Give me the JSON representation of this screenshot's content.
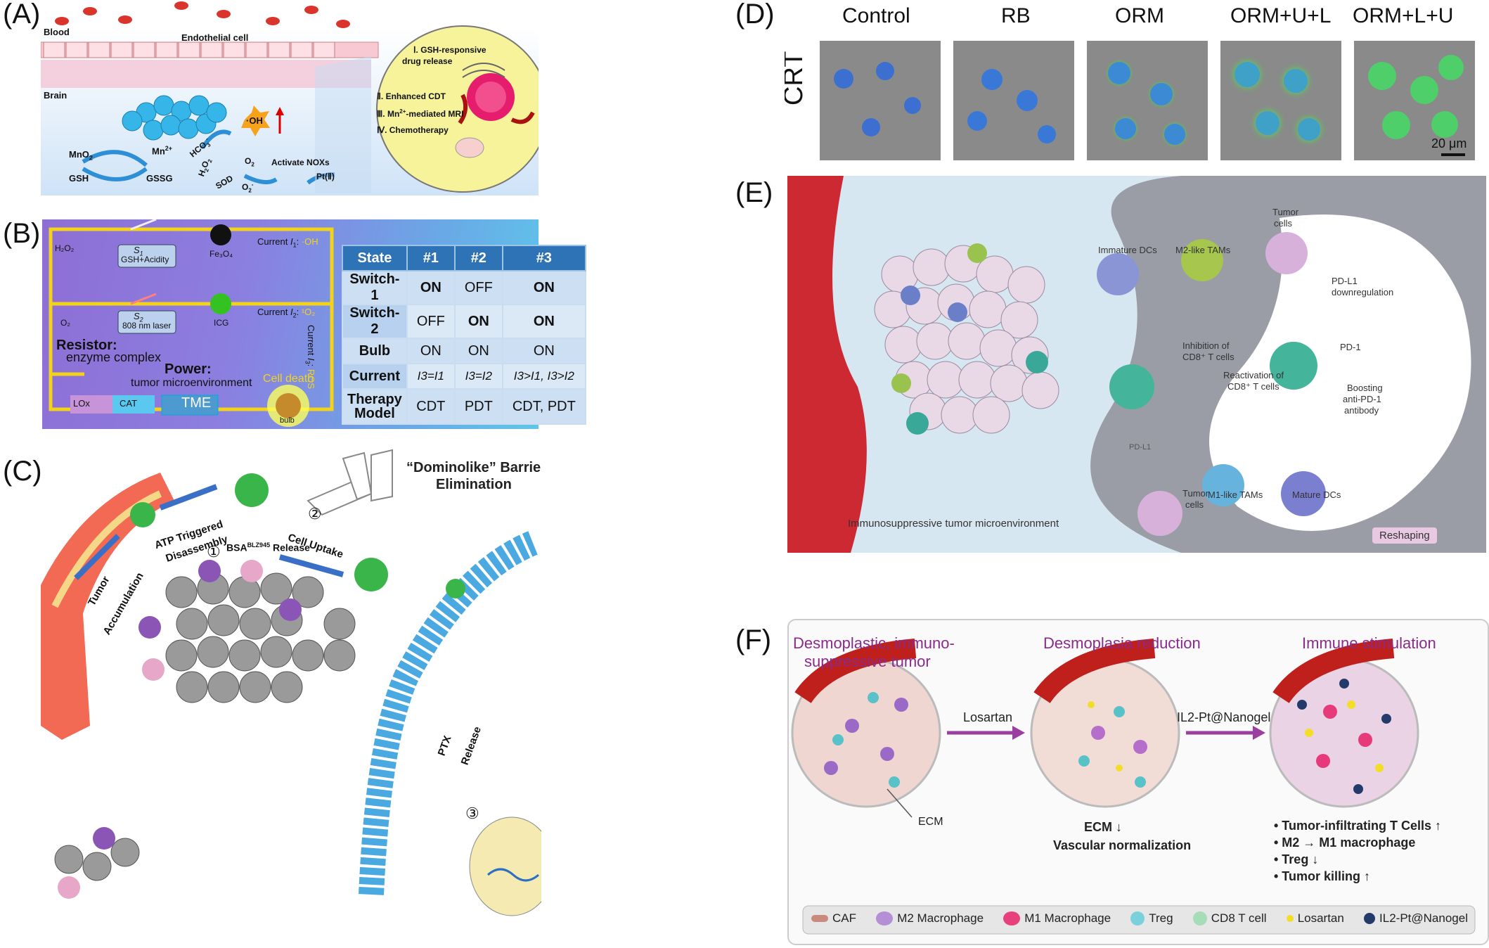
{
  "panels": {
    "A": {
      "label": "(A)",
      "blood": "Blood",
      "endothelial": "Endothelial cell",
      "brain": "Brain",
      "mno2": "MnO",
      "mno2_sub": "2",
      "gsh": "GSH",
      "gssg": "GSSG",
      "mn": "Mn",
      "mn_sup": "2+",
      "hco3": "HCO",
      "hco3_sub": "3",
      "hco3_sup": "-",
      "h2o2": "H",
      "h2o2_mid": "O",
      "sod": "SOD",
      "oh": "·OH",
      "o2": "O",
      "o2_sub": "2",
      "o2m": "O",
      "o2m_sub": "2",
      "o2m_sup": "-",
      "nox": "Activate NOXs",
      "pt": "Pt(Ⅱ)",
      "cell_list": [
        "Ⅰ. GSH-responsive",
        "drug release",
        "Ⅱ. Enhanced CDT",
        "Ⅲ. Mn",
        "-mediated MRI",
        "Ⅳ. Chemotherapy"
      ],
      "mri_sup": "2+"
    },
    "B": {
      "label": "(B)",
      "h2o2": "H₂O₂",
      "s1": "S",
      "s1_sub": "1",
      "s1_desc": "GSH+Acidity",
      "fe3o4": "Fe₃O₄",
      "current1": "Current ",
      "current1_i": "I",
      "current1_sub": "1",
      "current1_val": "·OH",
      "o2": "O₂",
      "s2": "S",
      "s2_sub": "2",
      "s2_desc": "808 nm laser",
      "icg": "ICG",
      "current2": "Current ",
      "current2_i": "I",
      "current2_sub": "2",
      "current2_val": "¹O₂",
      "current3": "Current ",
      "current3_i": "I",
      "current3_sub": "3",
      "current3_val": "ROS",
      "resistor": "Resistor",
      "resistor_desc": "enzyme complex",
      "power": "Power",
      "power_desc": "tumor microenvironment",
      "cell_death": "Cell death",
      "lox": "LOx",
      "cat": "CAT",
      "tme": "TME",
      "bulb": "bulb",
      "table": {
        "headers": [
          "State",
          "#1",
          "#2",
          "#3"
        ],
        "rows": [
          [
            "Switch-1",
            "ON",
            "OFF",
            "ON"
          ],
          [
            "Switch-2",
            "OFF",
            "ON",
            "ON"
          ],
          [
            "Bulb",
            "ON",
            "ON",
            "ON"
          ],
          [
            "Current",
            "I3=I1",
            "I3=I2",
            "I3>I1, I3>I2"
          ],
          [
            "Therapy Model",
            "CDT",
            "PDT",
            "CDT, PDT"
          ]
        ]
      }
    },
    "C": {
      "label": "(C)",
      "domino": "“Dominolike” Barriers",
      "domino2": "Elimination",
      "atp": "ATP Triggered",
      "atp2": "Disassembly",
      "tumor": "Tumor",
      "tumor2": "Accumulation",
      "cell_uptake": "Cell Uptake",
      "bsa": "BSA",
      "bsa_sup": "BLZ945",
      "bsa_rel": "Release",
      "ptx": "PTX",
      "ptx2": "Release",
      "n1": "①",
      "n2": "②",
      "n3": "③"
    },
    "D": {
      "label": "(D)",
      "ylabel": "CRT",
      "columns": [
        "Control",
        "RB",
        "ORM",
        "ORM+U+L",
        "ORM+L+U"
      ],
      "scale": "20 μm"
    },
    "E": {
      "label": "(E)",
      "immature": "Immature DCs",
      "m2": "M2-like TAMs",
      "tumor_cells_top": "Tumor",
      "tumor_cells_top2": "cells",
      "pdl1_down": "PD-L1",
      "pdl1_down2": "downregulation",
      "inhibition": "Inhibition of",
      "inhibition2": "CD8⁺ T cells",
      "reactivation": "Reactivation of",
      "reactivation2": "CD8⁺ T cells",
      "pd1": "PD-1",
      "boosting": "Boosting",
      "boosting2": "anti-PD-1",
      "boosting3": "antibody",
      "pdl1": "PD-L1",
      "tumor_cells_bot": "Tumor",
      "tumor_cells_bot2": "cells",
      "m1": "M1-like TAMs",
      "mature": "Mature DCs",
      "immuno": "Immunosuppressive tumor microenvironment",
      "reshaping": "Reshaping"
    },
    "F": {
      "label": "(F)",
      "title1": "Desmoplastic, immuno-",
      "title1b": "suppressive tumor",
      "title2": "Desmoplasia reduction",
      "title3": "Immune stimulation",
      "arrow1": "Losartan",
      "arrow2": "IL2-Pt@Nanogel",
      "ecm": "ECM",
      "ecm_down": "ECM ↓",
      "vascular": "Vascular normalization",
      "bullets": [
        "• Tumor-infiltrating T Cells ↑",
        "• M2 → M1 macrophage",
        "• Treg ↓",
        "• Tumor killing ↑"
      ],
      "legend": [
        "CAF",
        "M2 Macrophage",
        "M1 Macrophage",
        "Treg",
        "CD8 T cell",
        "Losartan",
        "IL2-Pt@Nanogel"
      ]
    }
  },
  "colors": {
    "table_header": "#2f73b7",
    "on_red": "#e00000",
    "wire_yellow": "#f3d21a",
    "f_title": "#8a2a8a",
    "f_arrow": "#9a3fa0"
  }
}
